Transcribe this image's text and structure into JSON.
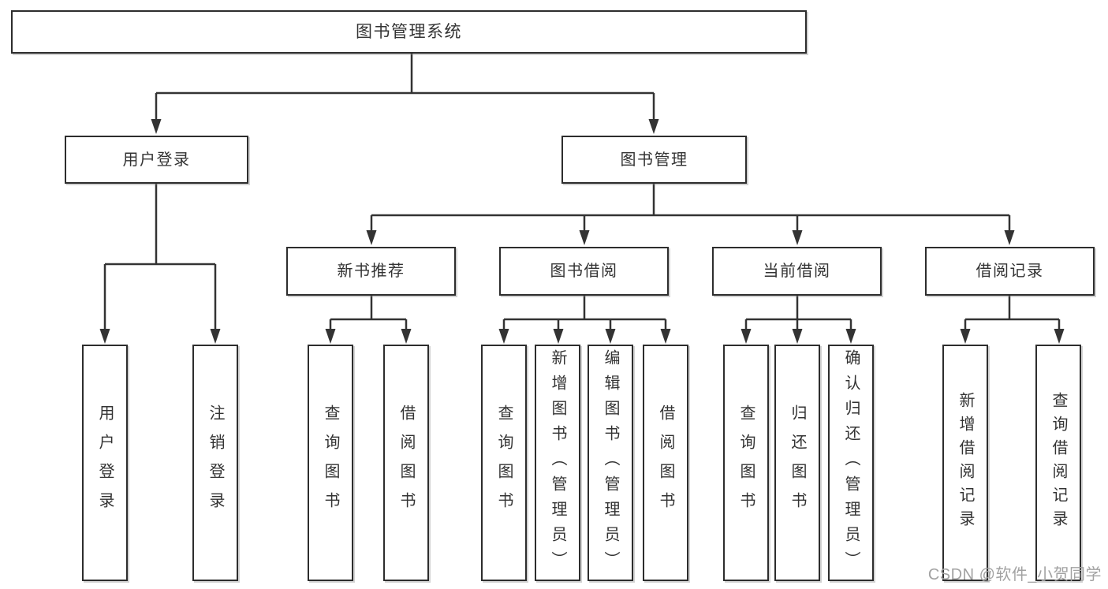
{
  "tree": {
    "root": {
      "label": "图书管理系统"
    },
    "children": [
      {
        "label": "用户登录",
        "children": [
          {
            "label": "用户登录"
          },
          {
            "label": "注销登录"
          }
        ]
      },
      {
        "label": "图书管理",
        "children": [
          {
            "label": "新书推荐",
            "children": [
              {
                "label": "查询图书"
              },
              {
                "label": "借阅图书"
              }
            ]
          },
          {
            "label": "图书借阅",
            "children": [
              {
                "label": "查询图书"
              },
              {
                "label": "新增图书（管理员）"
              },
              {
                "label": "编辑图书（管理员）"
              },
              {
                "label": "借阅图书"
              }
            ]
          },
          {
            "label": "当前借阅",
            "children": [
              {
                "label": "查询图书"
              },
              {
                "label": "归还图书"
              },
              {
                "label": "确认归还（管理员）"
              }
            ]
          },
          {
            "label": "借阅记录",
            "children": [
              {
                "label": "新增借阅记录"
              },
              {
                "label": "查询借阅记录"
              }
            ]
          }
        ]
      }
    ]
  },
  "watermark": {
    "text": "CSDN @软件_小贺同学"
  },
  "colors": {
    "background": "#ffffff",
    "line": "#333333",
    "box_border": "#2d2d2d",
    "text": "#333333",
    "watermark": "#a2a2a2"
  }
}
